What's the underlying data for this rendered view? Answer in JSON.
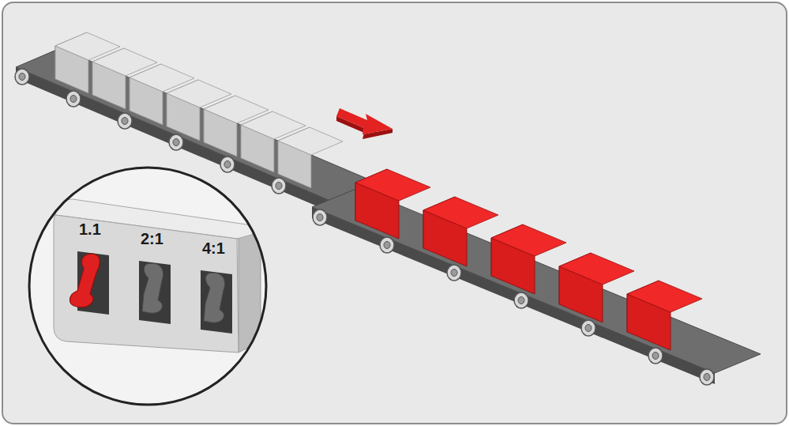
{
  "diagram": {
    "labels": [
      "1.1",
      "2:1",
      "4:1"
    ]
  }
}
